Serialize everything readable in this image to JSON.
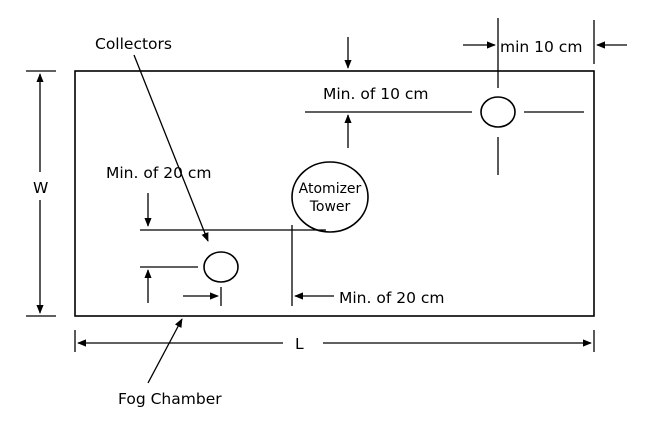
{
  "labels": {
    "collectors": "Collectors",
    "min_10cm_top": "min 10 cm",
    "min_of_10cm": "Min. of 10 cm",
    "min_of_20cm_left": "Min. of 20 cm",
    "atomizer_line1": "Atomizer",
    "atomizer_line2": "Tower",
    "width": "W",
    "min_of_20cm_bottom": "Min. of 20 cm",
    "length": "L",
    "fog_chamber": "Fog Chamber"
  }
}
